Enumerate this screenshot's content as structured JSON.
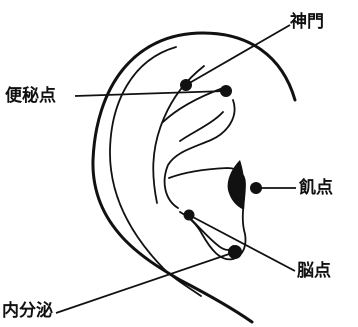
{
  "diagram": {
    "labels": {
      "shenmen": "神門",
      "constipation_point": "便秘点",
      "hunger_point": "飢点",
      "brain_point": "脳点",
      "endocrine": "内分泌"
    },
    "colors": {
      "ink": "#111111",
      "background": "#ffffff"
    }
  }
}
